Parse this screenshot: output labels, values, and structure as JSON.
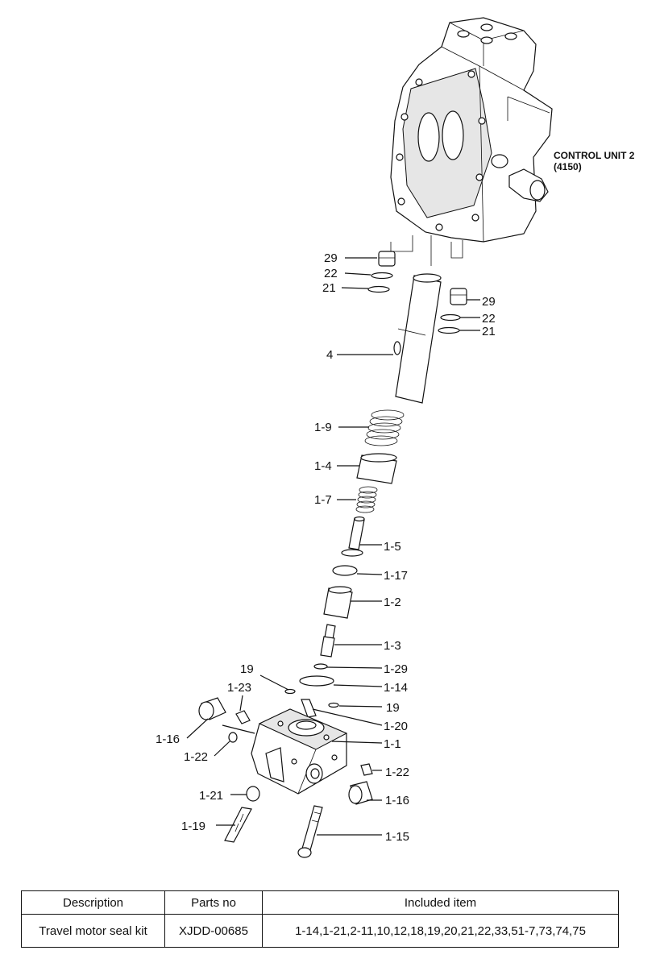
{
  "callouts": {
    "control_unit": "CONTROL UNIT 2",
    "control_unit_ref": "(4150)",
    "p29a": "29",
    "p22a": "22",
    "p21a": "21",
    "p29b": "29",
    "p22b": "22",
    "p21b": "21",
    "p4": "4",
    "p1_9": "1-9",
    "p1_4": "1-4",
    "p1_7": "1-7",
    "p1_5": "1-5",
    "p1_17": "1-17",
    "p1_2": "1-2",
    "p1_3": "1-3",
    "p1_29": "1-29",
    "p19a": "19",
    "p1_14": "1-14",
    "p1_23": "1-23",
    "p19b": "19",
    "p1_20": "1-20",
    "p1_16a": "1-16",
    "p1_1": "1-1",
    "p1_22a": "1-22",
    "p1_22b": "1-22",
    "p1_21": "1-21",
    "p1_16b": "1-16",
    "p1_19": "1-19",
    "p1_15": "1-15"
  },
  "table": {
    "headers": [
      "Description",
      "Parts no",
      "Included item"
    ],
    "rows": [
      [
        "Travel motor seal kit",
        "XJDD-00685",
        "1-14,1-21,2-11,10,12,18,19,20,21,22,33,51-7,73,74,75"
      ]
    ]
  }
}
